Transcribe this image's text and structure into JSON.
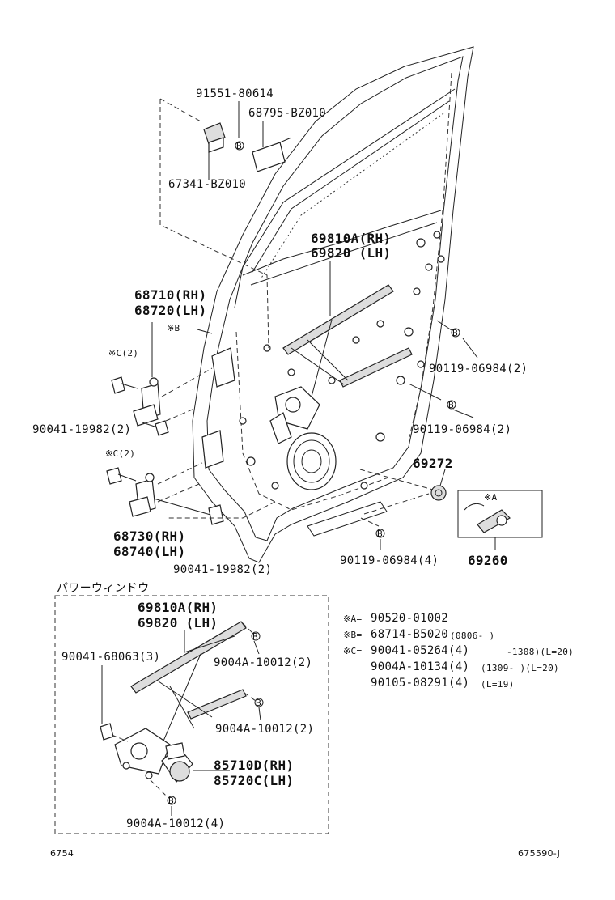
{
  "labels": {
    "p91551": "91551-80614",
    "p68795": "68795-BZ010",
    "p67341": "67341-BZ010",
    "p69810a_rh": "69810A(RH)",
    "p69820_lh": "69820  (LH)",
    "p68710_rh": "68710(RH)",
    "p68720_lh": "68720(LH)",
    "noteB_ref": "※B",
    "noteC2_a": "※C(2)",
    "noteC2_b": "※C(2)",
    "p90119_a": "90119-06984(2)",
    "p90119_b": "90119-06984(2)",
    "p90041_a": "90041-19982(2)",
    "p69272": "69272",
    "noteA_ref": "※A",
    "p68730_rh": "68730(RH)",
    "p68740_lh": "68740(LH)",
    "p90041_b": "90041-19982(2)",
    "p90119_c": "90119-06984(4)",
    "p69260": "69260"
  },
  "callouts": {
    "b1": "B",
    "b2": "B",
    "b3": "B",
    "b4": "B",
    "b5": "B",
    "b6": "B",
    "b7": "B"
  },
  "inset": {
    "title": "パワーウィンドウ",
    "p69810a_rh": "69810A(RH)",
    "p69820_lh": "69820  (LH)",
    "p90041_68063": "90041-68063(3)",
    "p9004a_a": "9004A-10012(2)",
    "p9004a_b": "9004A-10012(2)",
    "p85710d": "85710D(RH)",
    "p85720c": "85720C(LH)",
    "p9004a_c": "9004A-10012(4)"
  },
  "notes": {
    "a_key": "※A=",
    "a_val": "90520-01002",
    "b_key": "※B=",
    "b_val": "68714-B5020",
    "b_date": "(0806-        )",
    "c_key": "※C=",
    "c_val": "90041-05264(4)",
    "c_date": "-1308)(L=20)",
    "c2_val": "9004A-10134(4)",
    "c2_date": "(1309-        )(L=20)",
    "c3_val": "90105-08291(4)",
    "c3_date": "(L=19)"
  },
  "footer": {
    "left": "6754",
    "right": "675590-J"
  }
}
